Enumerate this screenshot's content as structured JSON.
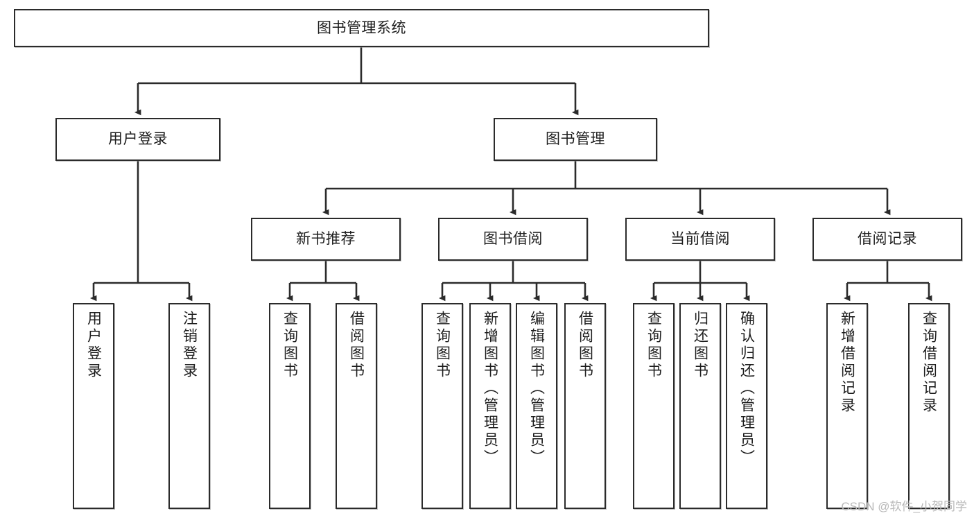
{
  "diagram": {
    "title": "图书管理系统",
    "type": "tree-hierarchy",
    "stroke_color": "#2b2b2b",
    "fill_color": "#ffffff",
    "text_color": "#1d1d1d"
  },
  "nodes": {
    "root": {
      "label": "图书管理系统"
    },
    "level2": [
      {
        "label": "用户登录"
      },
      {
        "label": "图书管理"
      }
    ],
    "level3": [
      {
        "label": "新书推荐"
      },
      {
        "label": "图书借阅"
      },
      {
        "label": "当前借阅"
      },
      {
        "label": "借阅记录"
      }
    ],
    "leaves_user_login": [
      {
        "label": "用户登录"
      },
      {
        "label": "注销登录"
      }
    ],
    "leaves_new_book": [
      {
        "label": "查询图书"
      },
      {
        "label": "借阅图书"
      }
    ],
    "leaves_borrow": [
      {
        "label": "查询图书"
      },
      {
        "label": "新增图书（管理员）"
      },
      {
        "label": "编辑图书（管理员）"
      },
      {
        "label": "借阅图书"
      }
    ],
    "leaves_current": [
      {
        "label": "查询图书"
      },
      {
        "label": "归还图书"
      },
      {
        "label": "确认归还（管理员）"
      }
    ],
    "leaves_record": [
      {
        "label": "新增借阅记录"
      },
      {
        "label": "查询借阅记录"
      }
    ]
  },
  "watermark": {
    "text": "CSDN @软件_小贺同学"
  }
}
